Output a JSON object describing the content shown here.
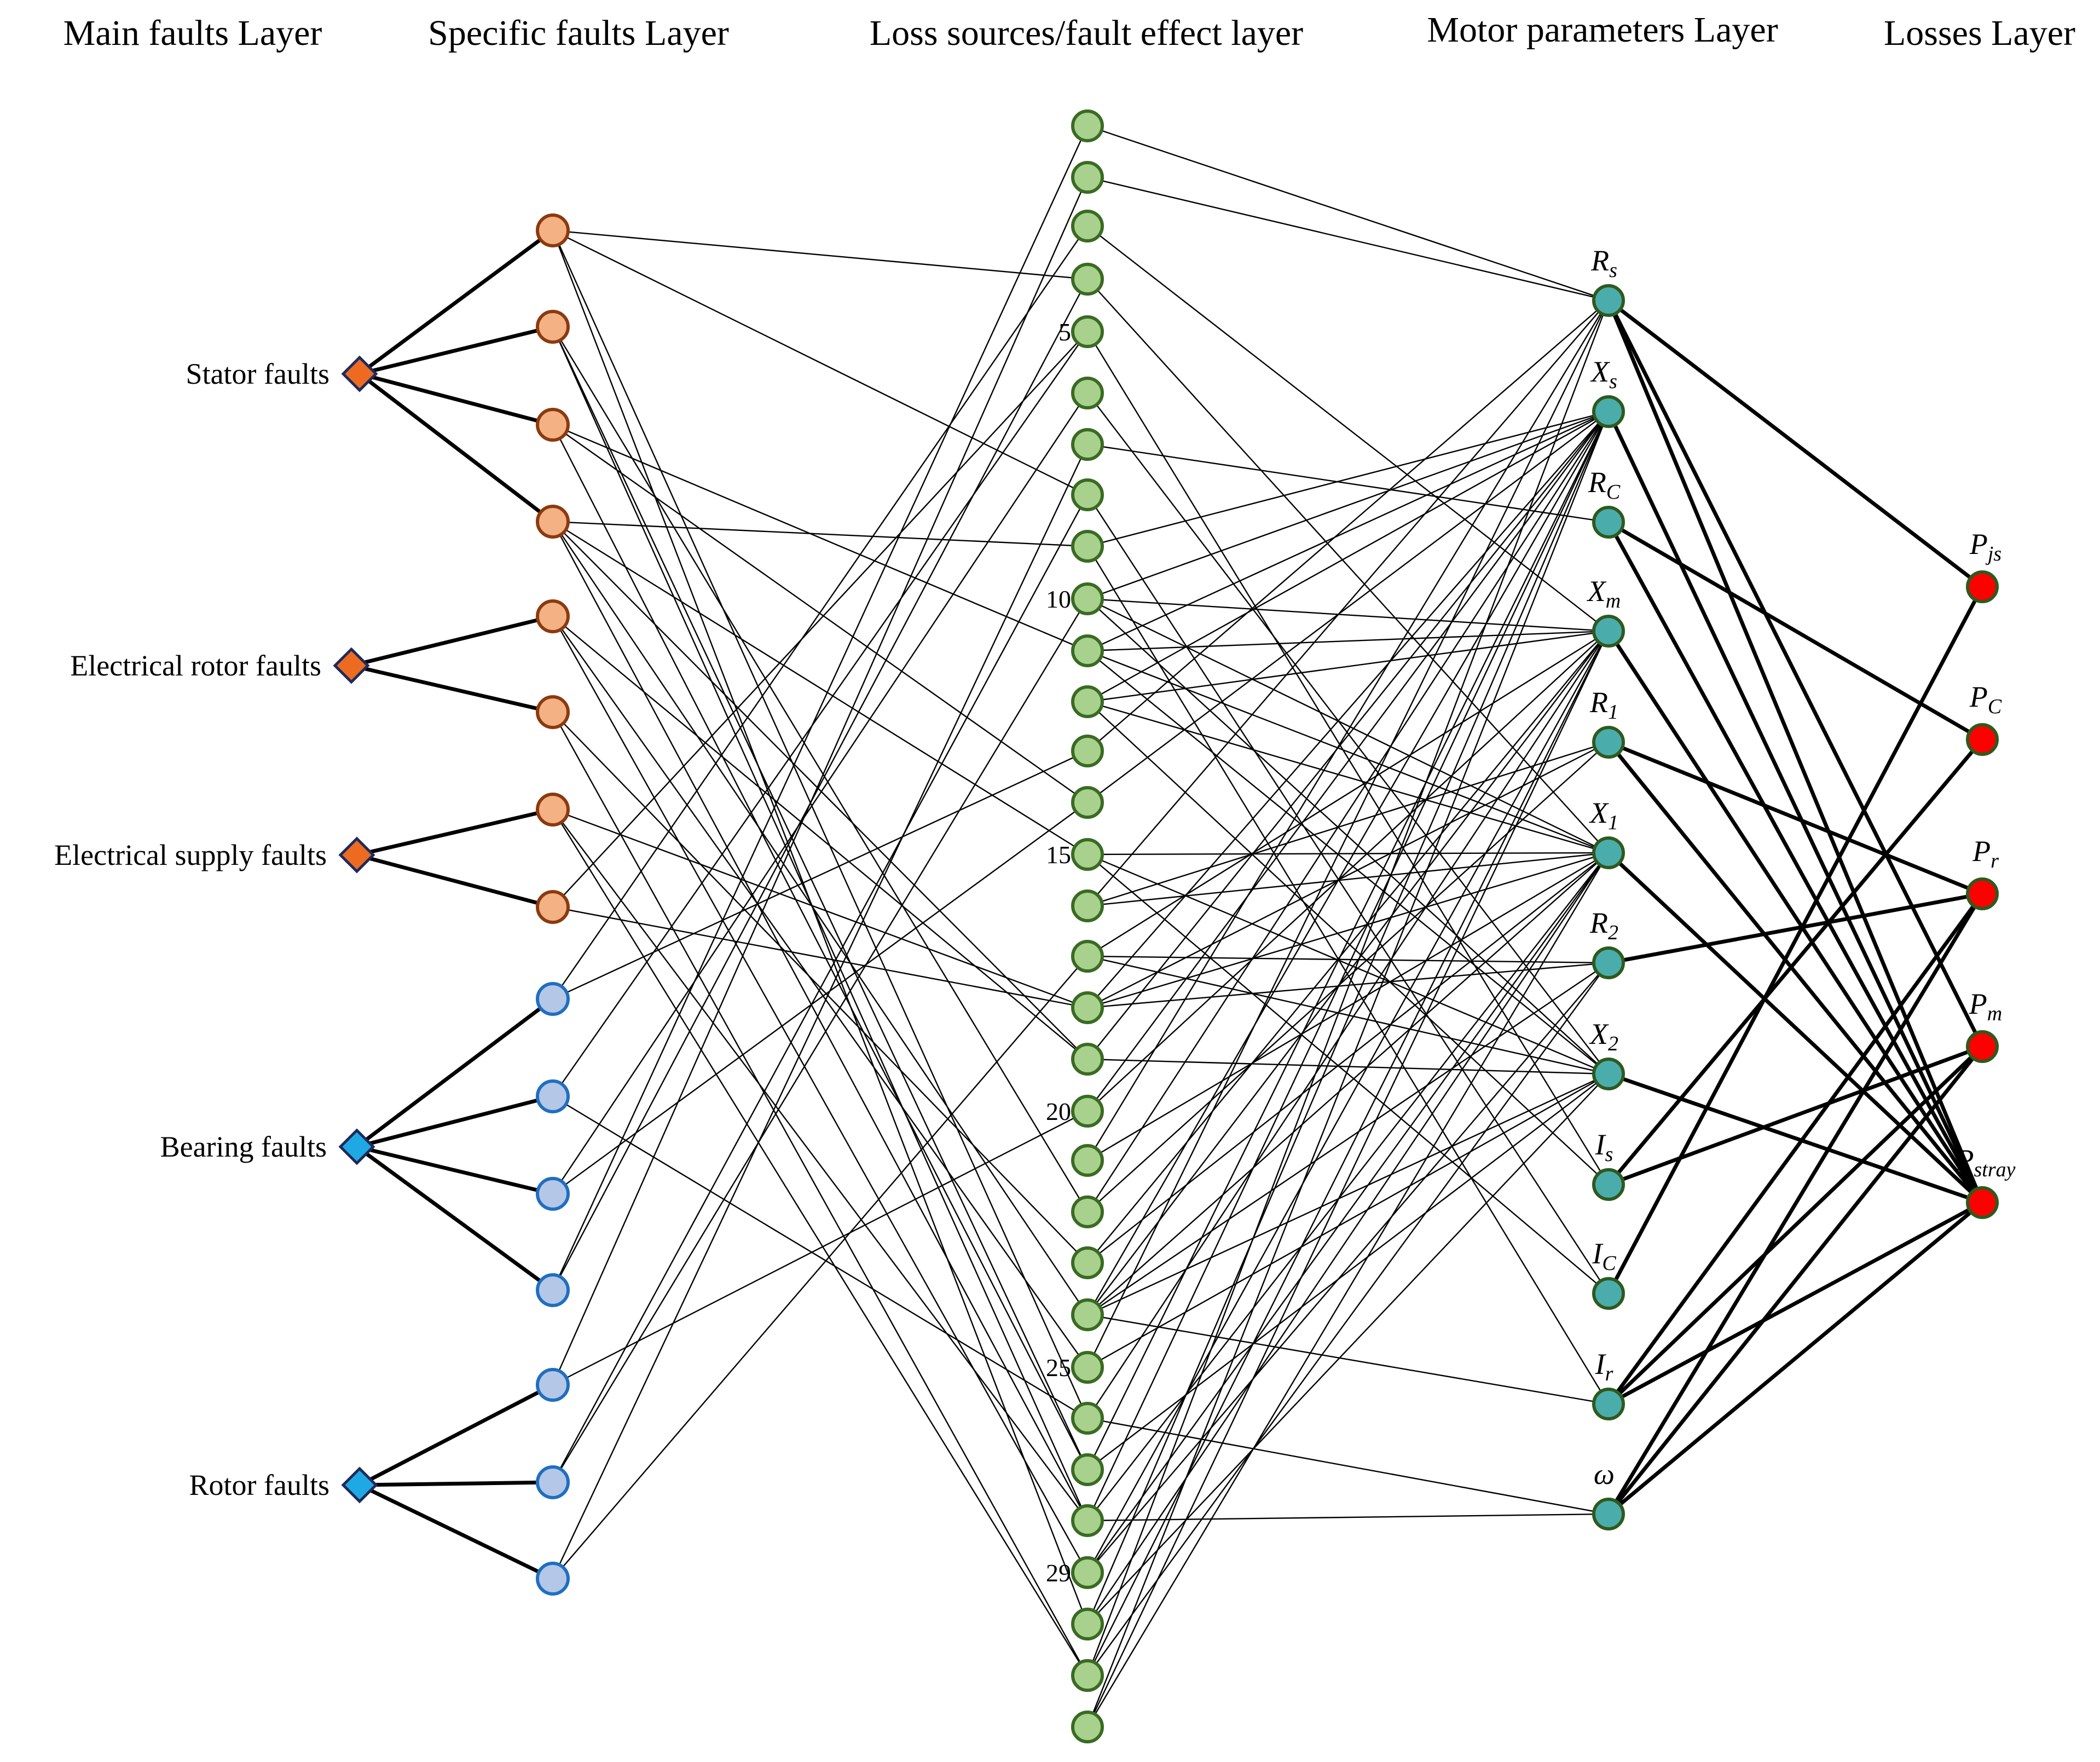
{
  "layers": {
    "main": "Main faults Layer",
    "specific": "Specific faults Layer",
    "loss_sources": "Loss sources/fault effect layer",
    "motor": "Motor parameters Layer",
    "losses": "Losses Layer"
  },
  "main_faults": [
    {
      "label": "Stator faults",
      "color": "#ED6B21",
      "specific": [
        0,
        1,
        2,
        3
      ]
    },
    {
      "label": "Electrical rotor faults",
      "color": "#ED6B21",
      "specific": [
        4,
        5
      ]
    },
    {
      "label": "Electrical supply faults",
      "color": "#ED6B21",
      "specific": [
        6,
        7
      ]
    },
    {
      "label": "Bearing faults",
      "color": "#1FA9E4",
      "specific": [
        8,
        9,
        10,
        11
      ]
    },
    {
      "label": "Rotor faults",
      "color": "#1FA9E4",
      "specific": [
        12,
        13,
        14
      ]
    }
  ],
  "specific_fault_count": 15,
  "specific_fault_colors": {
    "electrical_fill": "#F4B183",
    "electrical_stroke": "#8B3A0F",
    "mechanical_fill": "#B4C7E7",
    "mechanical_stroke": "#1F6FC0"
  },
  "loss_source_count": 32,
  "loss_source_labels": {
    "4": "5",
    "9": "10",
    "14": "15",
    "19": "20",
    "24": "25",
    "28": "29"
  },
  "loss_source_colors": {
    "fill": "#A9D18E",
    "stroke": "#3A6B23"
  },
  "motor_parameters": [
    {
      "symbol": "R",
      "sub": "s"
    },
    {
      "symbol": "X",
      "sub": "s"
    },
    {
      "symbol": "R",
      "sub": "C"
    },
    {
      "symbol": "X",
      "sub": "m"
    },
    {
      "symbol": "R",
      "sub": "1"
    },
    {
      "symbol": "X",
      "sub": "1"
    },
    {
      "symbol": "R",
      "sub": "2"
    },
    {
      "symbol": "X",
      "sub": "2"
    },
    {
      "symbol": "I",
      "sub": "s"
    },
    {
      "symbol": "I",
      "sub": "C"
    },
    {
      "symbol": "I",
      "sub": "r"
    },
    {
      "symbol": "ω",
      "sub": ""
    }
  ],
  "motor_colors": {
    "fill": "#4BACAC",
    "stroke": "#2E5A1E"
  },
  "losses": [
    {
      "symbol": "P",
      "sub": "js"
    },
    {
      "symbol": "P",
      "sub": "C"
    },
    {
      "symbol": "P",
      "sub": "r"
    },
    {
      "symbol": "P",
      "sub": "m"
    },
    {
      "symbol": "P",
      "sub": "stray"
    }
  ],
  "loss_colors": {
    "fill": "#FF0000",
    "stroke": "#2E5A1E"
  },
  "specific_to_loss_source": [
    [
      0,
      29
    ],
    [
      0,
      25
    ],
    [
      0,
      7
    ],
    [
      0,
      3
    ],
    [
      1,
      26
    ],
    [
      1,
      21
    ],
    [
      1,
      27
    ],
    [
      2,
      26
    ],
    [
      2,
      10
    ],
    [
      2,
      13
    ],
    [
      3,
      8
    ],
    [
      3,
      14
    ],
    [
      3,
      23
    ],
    [
      3,
      18
    ],
    [
      3,
      27
    ],
    [
      4,
      18
    ],
    [
      4,
      24
    ],
    [
      4,
      28
    ],
    [
      5,
      30
    ],
    [
      5,
      22
    ],
    [
      6,
      27
    ],
    [
      6,
      17
    ],
    [
      6,
      30
    ],
    [
      7,
      17
    ],
    [
      7,
      4
    ],
    [
      8,
      2
    ],
    [
      8,
      12
    ],
    [
      9,
      4
    ],
    [
      9,
      25
    ],
    [
      10,
      5
    ],
    [
      10,
      13
    ],
    [
      11,
      3
    ],
    [
      11,
      0
    ],
    [
      12,
      19
    ],
    [
      12,
      1
    ],
    [
      13,
      7
    ],
    [
      13,
      9
    ],
    [
      14,
      6
    ],
    [
      14,
      16
    ]
  ],
  "loss_source_to_motor": [
    [
      0,
      0
    ],
    [
      1,
      0
    ],
    [
      2,
      3
    ],
    [
      3,
      5
    ],
    [
      4,
      8
    ],
    [
      5,
      7
    ],
    [
      6,
      2
    ],
    [
      7,
      9
    ],
    [
      8,
      1
    ],
    [
      8,
      10
    ],
    [
      9,
      1
    ],
    [
      9,
      3
    ],
    [
      9,
      5
    ],
    [
      9,
      7
    ],
    [
      10,
      1
    ],
    [
      10,
      3
    ],
    [
      10,
      5
    ],
    [
      10,
      7
    ],
    [
      11,
      1
    ],
    [
      11,
      3
    ],
    [
      11,
      5
    ],
    [
      11,
      8
    ],
    [
      12,
      0
    ],
    [
      13,
      1
    ],
    [
      14,
      5
    ],
    [
      14,
      7
    ],
    [
      14,
      9
    ],
    [
      15,
      0
    ],
    [
      15,
      4
    ],
    [
      15,
      5
    ],
    [
      16,
      3
    ],
    [
      16,
      6
    ],
    [
      16,
      7
    ],
    [
      17,
      1
    ],
    [
      17,
      4
    ],
    [
      17,
      5
    ],
    [
      17,
      6
    ],
    [
      18,
      1
    ],
    [
      18,
      7
    ],
    [
      19,
      1
    ],
    [
      19,
      3
    ],
    [
      20,
      0
    ],
    [
      20,
      5
    ],
    [
      21,
      1
    ],
    [
      21,
      4
    ],
    [
      22,
      3
    ],
    [
      22,
      5
    ],
    [
      23,
      1
    ],
    [
      23,
      3
    ],
    [
      23,
      5
    ],
    [
      23,
      6
    ],
    [
      23,
      7
    ],
    [
      23,
      10
    ],
    [
      24,
      0
    ],
    [
      24,
      7
    ],
    [
      25,
      3
    ],
    [
      25,
      11
    ],
    [
      26,
      1
    ],
    [
      26,
      7
    ],
    [
      27,
      1
    ],
    [
      27,
      5
    ],
    [
      27,
      11
    ],
    [
      28,
      3
    ],
    [
      28,
      5
    ],
    [
      28,
      6
    ],
    [
      29,
      1
    ],
    [
      29,
      5
    ],
    [
      29,
      7
    ],
    [
      30,
      0
    ],
    [
      30,
      3
    ],
    [
      30,
      6
    ],
    [
      31,
      1
    ],
    [
      31,
      3
    ],
    [
      31,
      5
    ]
  ],
  "motor_to_loss": [
    [
      0,
      0
    ],
    [
      0,
      4
    ],
    [
      0,
      3
    ],
    [
      1,
      4
    ],
    [
      2,
      1
    ],
    [
      2,
      4
    ],
    [
      3,
      4
    ],
    [
      4,
      2
    ],
    [
      4,
      4
    ],
    [
      5,
      4
    ],
    [
      6,
      2
    ],
    [
      7,
      4
    ],
    [
      8,
      3
    ],
    [
      8,
      1
    ],
    [
      9,
      0
    ],
    [
      10,
      2
    ],
    [
      10,
      4
    ],
    [
      10,
      3
    ],
    [
      11,
      2
    ],
    [
      11,
      4
    ],
    [
      11,
      3
    ]
  ]
}
